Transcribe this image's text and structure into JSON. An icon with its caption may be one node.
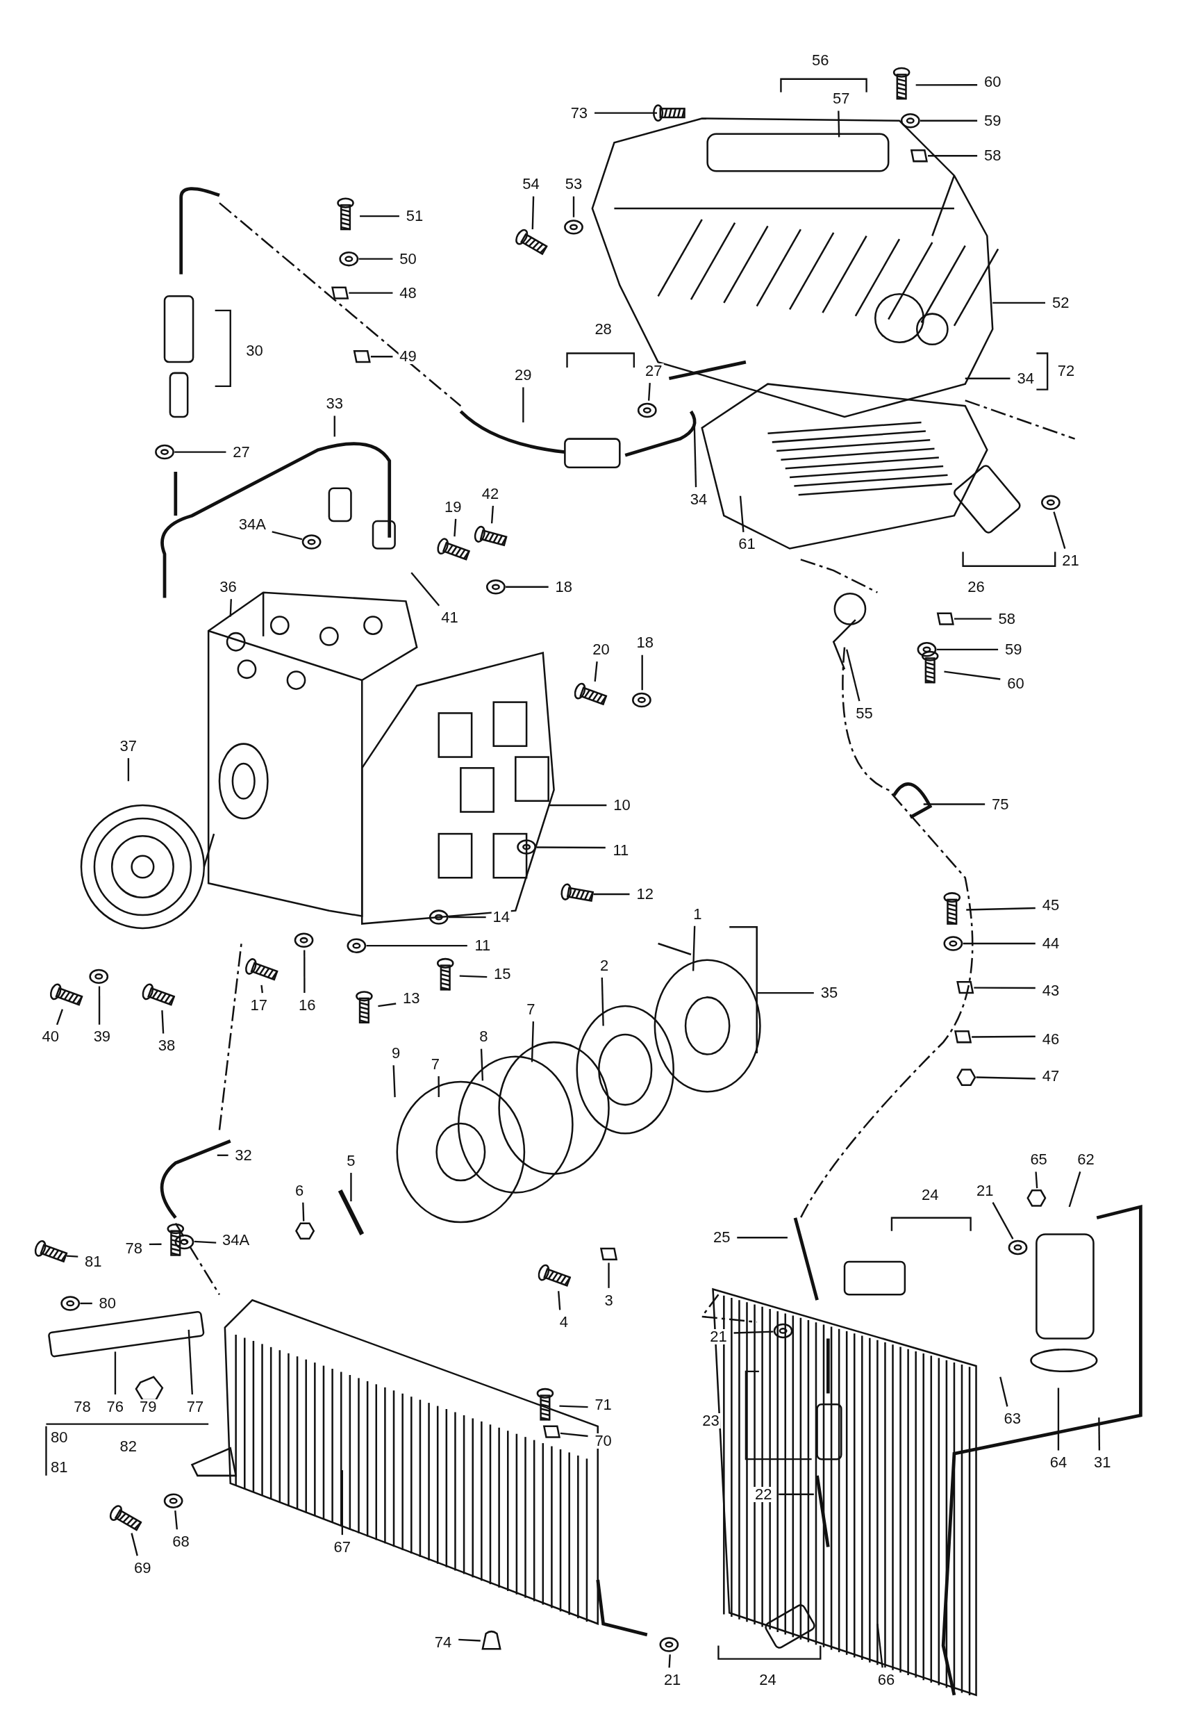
{
  "diagram": {
    "nodes": [
      {
        "text": [
          "73"
        ]
      },
      {
        "text": [
          "60"
        ]
      },
      {
        "text": [
          "59"
        ]
      },
      {
        "text": [
          "58"
        ]
      },
      {
        "text": [
          "57"
        ]
      },
      {
        "text": [
          "54"
        ]
      },
      {
        "text": [
          "53"
        ]
      },
      {
        "text": [
          "51"
        ]
      },
      {
        "text": [
          "50"
        ]
      },
      {
        "text": [
          "48"
        ]
      },
      {
        "text": [
          "49"
        ]
      },
      {
        "text": [
          "52"
        ]
      },
      {
        "text": [
          "27"
        ]
      },
      {
        "text": [
          "33"
        ]
      },
      {
        "text": [
          "29"
        ]
      },
      {
        "text": [
          "27"
        ]
      },
      {
        "text": [
          "34"
        ]
      },
      {
        "text": [
          "34"
        ]
      },
      {
        "text": [
          "34A"
        ]
      },
      {
        "text": [
          "19"
        ]
      },
      {
        "text": [
          "42"
        ]
      },
      {
        "text": [
          "18"
        ]
      },
      {
        "text": [
          "41"
        ]
      },
      {
        "text": [
          "36"
        ]
      },
      {
        "text": [
          "20"
        ]
      },
      {
        "text": [
          "18"
        ]
      },
      {
        "text": [
          "37"
        ]
      },
      {
        "text": [
          "10"
        ]
      },
      {
        "text": [
          "11"
        ]
      },
      {
        "text": [
          "12"
        ]
      },
      {
        "text": [
          "14"
        ]
      },
      {
        "text": [
          "11"
        ]
      },
      {
        "text": [
          "15"
        ]
      },
      {
        "text": [
          "16"
        ]
      },
      {
        "text": [
          "17"
        ]
      },
      {
        "text": [
          "13"
        ]
      },
      {
        "text": [
          "40"
        ]
      },
      {
        "text": [
          "39"
        ]
      },
      {
        "text": [
          "38"
        ]
      },
      {
        "text": [
          "1"
        ]
      },
      {
        "text": [
          "35"
        ]
      },
      {
        "text": [
          "2"
        ]
      },
      {
        "text": [
          "7"
        ]
      },
      {
        "text": [
          "8"
        ]
      },
      {
        "text": [
          "7"
        ]
      },
      {
        "text": [
          "9"
        ]
      },
      {
        "text": [
          "5"
        ]
      },
      {
        "text": [
          "6"
        ]
      },
      {
        "text": [
          "4"
        ]
      },
      {
        "text": [
          "3"
        ]
      },
      {
        "text": [
          "32"
        ]
      },
      {
        "text": [
          "34A"
        ]
      },
      {
        "text": [
          "81"
        ]
      },
      {
        "text": [
          "78"
        ]
      },
      {
        "text": [
          "80"
        ]
      },
      {
        "text": [
          "21"
        ]
      },
      {
        "text": [
          "25"
        ]
      },
      {
        "text": [
          "21"
        ]
      },
      {
        "text": [
          "65"
        ]
      },
      {
        "text": [
          "62"
        ]
      },
      {
        "text": [
          "22"
        ]
      },
      {
        "text": [
          "63"
        ]
      },
      {
        "text": [
          "64"
        ]
      },
      {
        "text": [
          "31"
        ]
      },
      {
        "text": [
          "67"
        ]
      },
      {
        "text": [
          "68"
        ]
      },
      {
        "text": [
          "69"
        ]
      },
      {
        "text": [
          "71"
        ]
      },
      {
        "text": [
          "70"
        ]
      },
      {
        "text": [
          "74"
        ]
      },
      {
        "text": [
          "21"
        ]
      },
      {
        "text": [
          "66"
        ]
      },
      {
        "text": [
          "45"
        ]
      },
      {
        "text": [
          "44"
        ]
      },
      {
        "text": [
          "43"
        ]
      },
      {
        "text": [
          "46"
        ]
      },
      {
        "text": [
          "47"
        ]
      },
      {
        "text": [
          "75"
        ]
      },
      {
        "text": [
          "55"
        ]
      },
      {
        "text": [
          "58"
        ]
      },
      {
        "text": [
          "59"
        ]
      },
      {
        "text": [
          "60"
        ]
      },
      {
        "text": [
          "21"
        ]
      },
      {
        "text": [
          "61"
        ]
      },
      {
        "text": [
          "76"
        ]
      },
      {
        "text": [
          "77"
        ]
      },
      {
        "text": [],
        "shape": "bolt"
      },
      {
        "text": [],
        "shape": "bolt"
      },
      {
        "text": [],
        "shape": "washer"
      },
      {
        "text": [],
        "shape": "clip"
      },
      {
        "text": [],
        "shape": "bolt"
      },
      {
        "text": [],
        "shape": "washer"
      },
      {
        "text": [],
        "shape": "bolt"
      },
      {
        "text": [],
        "shape": "washer"
      },
      {
        "text": [],
        "shape": "clip"
      },
      {
        "text": [],
        "shape": "clip"
      },
      {
        "text": [],
        "shape": "washer"
      },
      {
        "text": [],
        "shape": "washer"
      },
      {
        "text": [],
        "shape": "washer"
      },
      {
        "text": [],
        "shape": "bolt"
      },
      {
        "text": [],
        "shape": "bolt"
      },
      {
        "text": [],
        "shape": "washer"
      },
      {
        "text": [],
        "shape": "bolt"
      },
      {
        "text": [],
        "shape": "washer"
      },
      {
        "text": [],
        "shape": "washer"
      },
      {
        "text": [],
        "shape": "bolt"
      },
      {
        "text": [],
        "shape": "washer"
      },
      {
        "text": [],
        "shape": "washer"
      },
      {
        "text": [],
        "shape": "bolt"
      },
      {
        "text": [],
        "shape": "washer"
      },
      {
        "text": [],
        "shape": "bolt"
      },
      {
        "text": [],
        "shape": "bolt"
      },
      {
        "text": [],
        "shape": "bolt"
      },
      {
        "text": [],
        "shape": "washer"
      },
      {
        "text": [],
        "shape": "bolt"
      },
      {
        "text": [],
        "shape": "nut"
      },
      {
        "text": [],
        "shape": "bolt"
      },
      {
        "text": [],
        "shape": "clip"
      },
      {
        "text": [],
        "shape": "washer"
      },
      {
        "text": [],
        "shape": "bolt"
      },
      {
        "text": [],
        "shape": "bolt"
      },
      {
        "text": [],
        "shape": "washer"
      },
      {
        "text": [],
        "shape": "washer"
      },
      {
        "text": [],
        "shape": "washer"
      },
      {
        "text": [],
        "shape": "nut"
      },
      {
        "text": [],
        "shape": "washer"
      },
      {
        "text": [],
        "shape": "bolt"
      },
      {
        "text": [],
        "shape": "bolt"
      },
      {
        "text": [],
        "shape": "clip"
      },
      {
        "text": [],
        "shape": "cap"
      },
      {
        "text": [],
        "shape": "washer"
      },
      {
        "text": [],
        "shape": "bolt"
      },
      {
        "text": [],
        "shape": "washer"
      },
      {
        "text": [],
        "shape": "clip"
      },
      {
        "text": [],
        "shape": "clip"
      },
      {
        "text": [],
        "shape": "nut"
      },
      {
        "text": [],
        "shape": "clip"
      },
      {
        "text": [],
        "shape": "washer"
      },
      {
        "text": [],
        "shape": "bolt"
      },
      {
        "text": [],
        "shape": "washer"
      }
    ],
    "edges": [
      {
        "from": 0,
        "to": 86,
        "arrow": "none"
      },
      {
        "from": 1,
        "to": 87,
        "arrow": "none"
      },
      {
        "from": 2,
        "to": 88,
        "arrow": "none"
      },
      {
        "from": 3,
        "to": 89,
        "arrow": "none"
      },
      {
        "from": 4,
        "to": null,
        "arrow": "none"
      },
      {
        "from": 5,
        "to": 90,
        "arrow": "none"
      },
      {
        "from": 6,
        "to": 91,
        "arrow": "none"
      },
      {
        "from": 7,
        "to": 92,
        "arrow": "none"
      },
      {
        "from": 8,
        "to": 93,
        "arrow": "none"
      },
      {
        "from": 9,
        "to": 94,
        "arrow": "none"
      },
      {
        "from": 10,
        "to": 95,
        "arrow": "none"
      },
      {
        "from": 11,
        "to": null,
        "arrow": "none"
      },
      {
        "from": 12,
        "to": 96,
        "arrow": "none"
      },
      {
        "from": 13,
        "to": null,
        "arrow": "none"
      },
      {
        "from": 14,
        "to": null,
        "arrow": "none"
      },
      {
        "from": 15,
        "to": 97,
        "arrow": "none"
      },
      {
        "from": 16,
        "to": null,
        "arrow": "none"
      },
      {
        "from": 17,
        "to": null,
        "arrow": "none"
      },
      {
        "from": 18,
        "to": 98,
        "arrow": "none"
      },
      {
        "from": 19,
        "to": 99,
        "arrow": "none"
      },
      {
        "from": 20,
        "to": 100,
        "arrow": "none"
      },
      {
        "from": 21,
        "to": 101,
        "arrow": "none"
      },
      {
        "from": 22,
        "to": null,
        "arrow": "none"
      },
      {
        "from": 23,
        "to": null,
        "arrow": "none"
      },
      {
        "from": 24,
        "to": 102,
        "arrow": "none"
      },
      {
        "from": 25,
        "to": 103,
        "arrow": "none"
      },
      {
        "from": 26,
        "to": null,
        "arrow": "none"
      },
      {
        "from": 27,
        "to": null,
        "arrow": "none"
      },
      {
        "from": 28,
        "to": 104,
        "arrow": "none"
      },
      {
        "from": 29,
        "to": 105,
        "arrow": "none"
      },
      {
        "from": 30,
        "to": 106,
        "arrow": "none"
      },
      {
        "from": 31,
        "to": 107,
        "arrow": "none"
      },
      {
        "from": 32,
        "to": 108,
        "arrow": "none"
      },
      {
        "from": 33,
        "to": 109,
        "arrow": "none"
      },
      {
        "from": 34,
        "to": 110,
        "arrow": "none"
      },
      {
        "from": 35,
        "to": 111,
        "arrow": "none"
      },
      {
        "from": 36,
        "to": 112,
        "arrow": "none"
      },
      {
        "from": 37,
        "to": 113,
        "arrow": "none"
      },
      {
        "from": 38,
        "to": 114,
        "arrow": "none"
      },
      {
        "from": 39,
        "to": null,
        "arrow": "none"
      },
      {
        "from": 40,
        "to": null,
        "arrow": "none"
      },
      {
        "from": 41,
        "to": null,
        "arrow": "none"
      },
      {
        "from": 42,
        "to": null,
        "arrow": "none"
      },
      {
        "from": 43,
        "to": null,
        "arrow": "none"
      },
      {
        "from": 44,
        "to": null,
        "arrow": "none"
      },
      {
        "from": 45,
        "to": null,
        "arrow": "none"
      },
      {
        "from": 46,
        "to": null,
        "arrow": "none"
      },
      {
        "from": 47,
        "to": 115,
        "arrow": "none"
      },
      {
        "from": 48,
        "to": 116,
        "arrow": "none"
      },
      {
        "from": 49,
        "to": 117,
        "arrow": "none"
      },
      {
        "from": 50,
        "to": null,
        "arrow": "none"
      },
      {
        "from": 51,
        "to": 118,
        "arrow": "none"
      },
      {
        "from": 52,
        "to": 119,
        "arrow": "none"
      },
      {
        "from": 53,
        "to": 120,
        "arrow": "none"
      },
      {
        "from": 54,
        "to": 121,
        "arrow": "none"
      },
      {
        "from": 55,
        "to": 122,
        "arrow": "none"
      },
      {
        "from": 56,
        "to": null,
        "arrow": "none"
      },
      {
        "from": 57,
        "to": 123,
        "arrow": "none"
      },
      {
        "from": 58,
        "to": 124,
        "arrow": "none"
      },
      {
        "from": 59,
        "to": null,
        "arrow": "none"
      },
      {
        "from": 60,
        "to": null,
        "arrow": "none"
      },
      {
        "from": 61,
        "to": null,
        "arrow": "none"
      },
      {
        "from": 62,
        "to": null,
        "arrow": "none"
      },
      {
        "from": 63,
        "to": null,
        "arrow": "none"
      },
      {
        "from": 64,
        "to": null,
        "arrow": "none"
      },
      {
        "from": 65,
        "to": 125,
        "arrow": "none"
      },
      {
        "from": 66,
        "to": 126,
        "arrow": "none"
      },
      {
        "from": 67,
        "to": 127,
        "arrow": "none"
      },
      {
        "from": 68,
        "to": 128,
        "arrow": "none"
      },
      {
        "from": 69,
        "to": 129,
        "arrow": "none"
      },
      {
        "from": 70,
        "to": 130,
        "arrow": "none"
      },
      {
        "from": 71,
        "to": null,
        "arrow": "none"
      },
      {
        "from": 72,
        "to": 131,
        "arrow": "none"
      },
      {
        "from": 73,
        "to": 132,
        "arrow": "none"
      },
      {
        "from": 74,
        "to": 133,
        "arrow": "none"
      },
      {
        "from": 75,
        "to": 134,
        "arrow": "none"
      },
      {
        "from": 76,
        "to": 135,
        "arrow": "none"
      },
      {
        "from": 77,
        "to": null,
        "arrow": "none"
      },
      {
        "from": 78,
        "to": null,
        "arrow": "none"
      },
      {
        "from": 79,
        "to": 136,
        "arrow": "none"
      },
      {
        "from": 80,
        "to": 137,
        "arrow": "none"
      },
      {
        "from": 81,
        "to": 138,
        "arrow": "none"
      },
      {
        "from": 82,
        "to": 139,
        "arrow": "none"
      },
      {
        "from": 83,
        "to": null,
        "arrow": "none"
      },
      {
        "from": 84,
        "to": null,
        "arrow": "none"
      },
      {
        "from": 85,
        "to": null,
        "arrow": "none"
      }
    ],
    "labels": [
      "56",
      "30",
      "28",
      "72",
      "26",
      "24",
      "23",
      "24",
      "78",
      "79",
      "80",
      "82",
      "81"
    ]
  }
}
